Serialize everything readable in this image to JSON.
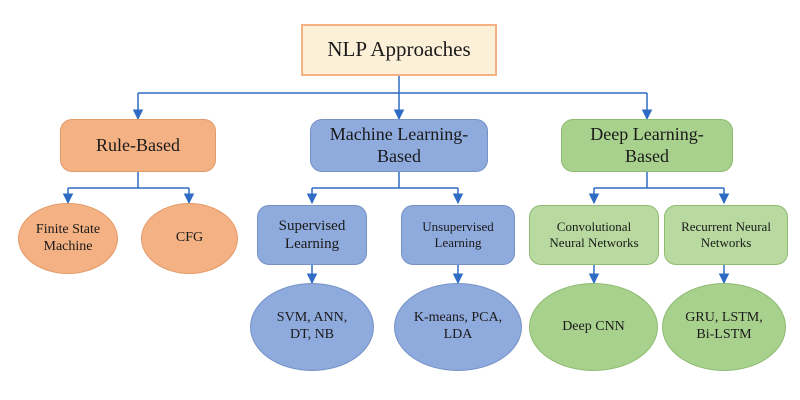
{
  "root": {
    "label": "NLP Approaches"
  },
  "categories": [
    {
      "label": "Rule-Based"
    },
    {
      "label": "Machine Learning-\nBased"
    },
    {
      "label": "Deep Learning-\nBased"
    }
  ],
  "rule_based": {
    "children": [
      {
        "label": "Finite State\nMachine"
      },
      {
        "label": "CFG"
      }
    ]
  },
  "machine_learning": {
    "children": [
      {
        "label": "Supervised\nLearning",
        "leaf": "SVM, ANN,\nDT, NB"
      },
      {
        "label": "Unsupervised\nLearning",
        "leaf": "K-means, PCA,\nLDA"
      }
    ]
  },
  "deep_learning": {
    "children": [
      {
        "label": "Convolutional\nNeural Networks",
        "leaf": "Deep CNN"
      },
      {
        "label": "Recurrent Neural\nNetworks",
        "leaf": "GRU, LSTM,\nBi-LSTM"
      }
    ]
  },
  "colors": {
    "connector": "#2e6cc4",
    "rule_based": "#f4b183",
    "machine_learning": "#8faadc",
    "deep_learning": "#a9d18e",
    "root_fill": "#fdf0d8"
  }
}
